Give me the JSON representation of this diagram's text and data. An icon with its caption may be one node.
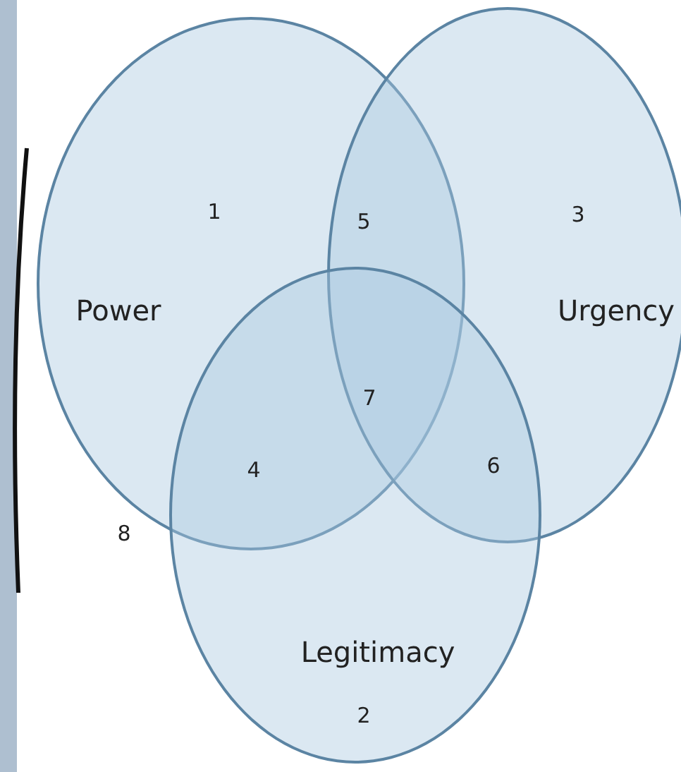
{
  "diagram": {
    "nodes": [
      {
        "text": [
          "Power"
        ]
      },
      {
        "text": [
          "Urgency"
        ]
      },
      {
        "text": [
          "Legitimacy"
        ]
      }
    ],
    "labels": [
      "1",
      "5",
      "3",
      "7",
      "4",
      "6",
      "8",
      "2"
    ]
  }
}
